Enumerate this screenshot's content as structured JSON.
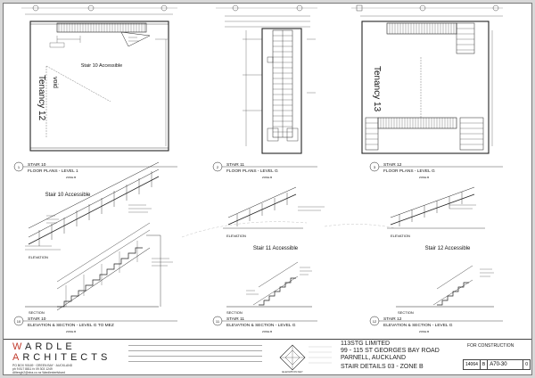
{
  "drawings": {
    "d1": {
      "num": "1",
      "title": "STAIR 10",
      "subtitle": "FLOOR PLANS - LEVEL 1",
      "zone": "ZONE B"
    },
    "d2": {
      "num": "2",
      "title": "STAIR 11",
      "subtitle": "FLOOR PLANS - LEVEL G",
      "zone": "ZONE B"
    },
    "d3": {
      "num": "3",
      "title": "STAIR 12",
      "subtitle": "FLOOR PLANS - LEVEL G",
      "zone": "ZONE B"
    },
    "d10": {
      "num": "10",
      "title": "STAIR 10",
      "subtitle": "ELEVATION & SECTION - LEVEL G TO MEZ",
      "zone": "ZONE B"
    },
    "d11": {
      "num": "11",
      "title": "STAIR 11",
      "subtitle": "ELEVATION & SECTION - LEVEL G",
      "zone": "ZONE B"
    },
    "d12": {
      "num": "12",
      "title": "STAIR 12",
      "subtitle": "ELEVATION & SECTION - LEVEL G",
      "zone": "ZONE B"
    }
  },
  "labels": {
    "tenancy_12": "Tenancy 12",
    "void": "void",
    "tenancy_13": "Tenancy 13",
    "stair10_accessible": "Stair 10 Accessible",
    "stair10_accessible_2": "Stair 10 Accessible",
    "stair11_accessible": "Stair 11 Accessible",
    "stair12_accessible": "Stair 12 Accessible",
    "elevation": "ELEVATION",
    "section": "SECTION"
  },
  "titleblock": {
    "firm_line1": [
      "W",
      "ARDLE"
    ],
    "firm_line2": [
      "A",
      "RCHITECTS"
    ],
    "address": "PO BOX 90169  ·  GREEN BAY  ·  AUCKLAND",
    "phone": "ph  9 817 8811        fx  09 303 1249",
    "email": "Afitexgh2@xtra.co.nz     Wardlexterfsbard",
    "client": "113STG LIMITED",
    "site_line1": "99 - 115  ST GEORGES BAY ROAD",
    "site_line2": "PARNELL, AUCKLAND",
    "sheet_title": "STAIR  DETAILS  03 - ZONE B",
    "status": "FOR CONSTRUCTION",
    "job_no": "14064",
    "revision_box": "B",
    "sheet_no": "A70-30",
    "revision": "0",
    "key_caption": "ELEVATION KEY"
  }
}
